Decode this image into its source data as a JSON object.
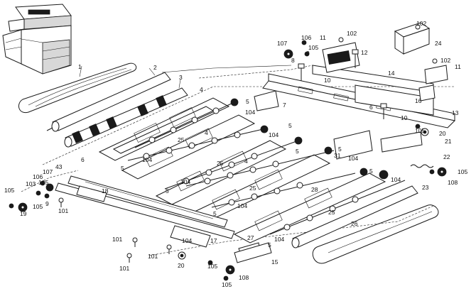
{
  "diagram": {
    "callouts": [
      {
        "id": "c1",
        "text": "1"
      },
      {
        "id": "c2",
        "text": "2"
      },
      {
        "id": "c3",
        "text": "3"
      },
      {
        "id": "c4a",
        "text": "4"
      },
      {
        "id": "c4b",
        "text": "4"
      },
      {
        "id": "c4c",
        "text": "4"
      },
      {
        "id": "c5a",
        "text": "5"
      },
      {
        "id": "c5b",
        "text": "5"
      },
      {
        "id": "c5c",
        "text": "5"
      },
      {
        "id": "c5d",
        "text": "5"
      },
      {
        "id": "c5e",
        "text": "5"
      },
      {
        "id": "c5f",
        "text": "5"
      },
      {
        "id": "c5g",
        "text": "5"
      },
      {
        "id": "c5h",
        "text": "5"
      },
      {
        "id": "c5i",
        "text": "5"
      },
      {
        "id": "c6a",
        "text": "6"
      },
      {
        "id": "c6b",
        "text": "6"
      },
      {
        "id": "c7",
        "text": "7"
      },
      {
        "id": "c8",
        "text": "8"
      },
      {
        "id": "c9a",
        "text": "9"
      },
      {
        "id": "c9b",
        "text": "9"
      },
      {
        "id": "c10a",
        "text": "10"
      },
      {
        "id": "c10b",
        "text": "10"
      },
      {
        "id": "c11a",
        "text": "11"
      },
      {
        "id": "c11b",
        "text": "11"
      },
      {
        "id": "c12",
        "text": "12"
      },
      {
        "id": "c13",
        "text": "13"
      },
      {
        "id": "c14",
        "text": "14"
      },
      {
        "id": "c15",
        "text": "15"
      },
      {
        "id": "c16",
        "text": "16"
      },
      {
        "id": "c17",
        "text": "17"
      },
      {
        "id": "c18",
        "text": "18"
      },
      {
        "id": "c19",
        "text": "19"
      },
      {
        "id": "c20a",
        "text": "20"
      },
      {
        "id": "c20b",
        "text": "20"
      },
      {
        "id": "c21",
        "text": "21"
      },
      {
        "id": "c22",
        "text": "22"
      },
      {
        "id": "c23",
        "text": "23"
      },
      {
        "id": "c24",
        "text": "24"
      },
      {
        "id": "c25a",
        "text": "25"
      },
      {
        "id": "c25b",
        "text": "25"
      },
      {
        "id": "c25c",
        "text": "25"
      },
      {
        "id": "c25d",
        "text": "25"
      },
      {
        "id": "c26",
        "text": "26"
      },
      {
        "id": "c27",
        "text": "27"
      },
      {
        "id": "c28",
        "text": "28"
      },
      {
        "id": "c31",
        "text": "31"
      },
      {
        "id": "c43",
        "text": "43"
      },
      {
        "id": "c101a",
        "text": "101"
      },
      {
        "id": "c101b",
        "text": "101"
      },
      {
        "id": "c101c",
        "text": "101"
      },
      {
        "id": "c101d",
        "text": "101"
      },
      {
        "id": "c102a",
        "text": "102"
      },
      {
        "id": "c102b",
        "text": "102"
      },
      {
        "id": "c102c",
        "text": "102"
      },
      {
        "id": "c103",
        "text": "103"
      },
      {
        "id": "c104a",
        "text": "104"
      },
      {
        "id": "c104b",
        "text": "104"
      },
      {
        "id": "c104c",
        "text": "104"
      },
      {
        "id": "c104d",
        "text": "104"
      },
      {
        "id": "c104e",
        "text": "104"
      },
      {
        "id": "c104f",
        "text": "104"
      },
      {
        "id": "c104g",
        "text": "104"
      },
      {
        "id": "c104h",
        "text": "104"
      },
      {
        "id": "c104i",
        "text": "104"
      },
      {
        "id": "c105a",
        "text": "105"
      },
      {
        "id": "c105b",
        "text": "105"
      },
      {
        "id": "c105c",
        "text": "105"
      },
      {
        "id": "c105d",
        "text": "105"
      },
      {
        "id": "c105e",
        "text": "105"
      },
      {
        "id": "c105f",
        "text": "105"
      },
      {
        "id": "c105g",
        "text": "105"
      },
      {
        "id": "c105h",
        "text": "105"
      },
      {
        "id": "c106a",
        "text": "106"
      },
      {
        "id": "c106b",
        "text": "106"
      },
      {
        "id": "c107a",
        "text": "107"
      },
      {
        "id": "c107b",
        "text": "107"
      },
      {
        "id": "c108a",
        "text": "108"
      },
      {
        "id": "c108b",
        "text": "108"
      }
    ]
  }
}
